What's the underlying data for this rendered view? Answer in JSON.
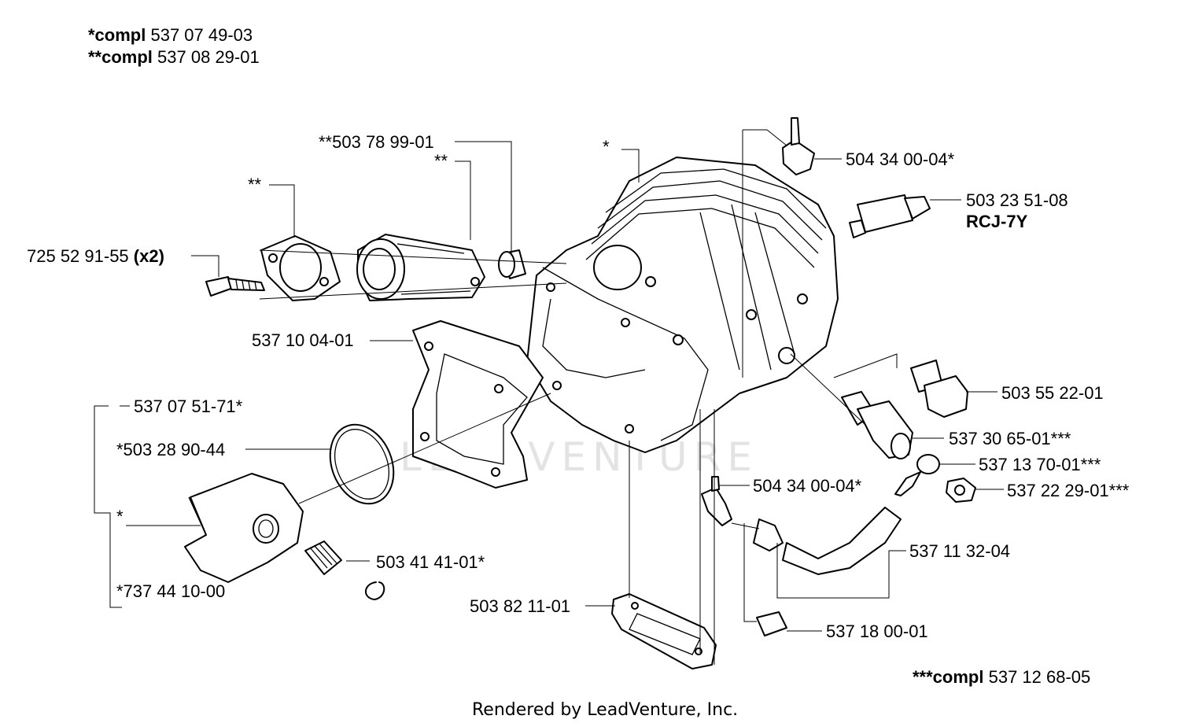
{
  "kits": {
    "kit1_prefix": "*compl",
    "kit1_number": "537 07 49-03",
    "kit2_prefix": "**compl",
    "kit2_number": "537 08 29-01",
    "kit3_prefix": "***compl",
    "kit3_number": "537 12 68-05"
  },
  "labels": {
    "intake_flange_pn": "**503 78 99-01",
    "intake_flange_star": "**",
    "intake_gasket_star": "**",
    "cylinder_star": "*",
    "screw_pn": "725 52 91-55",
    "screw_qty": "(x2)",
    "base_gasket_pn": "537 10 04-01",
    "piston_kit_pn": "537 07 51-71*",
    "piston_ring_pn": "*503 28 90-44",
    "piston_star": "*",
    "circlip_pn": "*737 44 10-00",
    "needle_bearing_pn": "503 41 41-01*",
    "exhaust_gasket_pn": "503 82 11-01",
    "nipple_top_pn": "504 34 00-04*",
    "spark_plug_pn": "503 23 51-08",
    "spark_plug_type": "RCJ-7Y",
    "plug_pn": "503 55 22-01",
    "decomp_valve_pn": "537 30 65-01***",
    "union_pn": "537 13 70-01***",
    "screw2_pn": "537 22 29-01***",
    "nipple_bottom_pn": "504 34 00-04*",
    "hose_pn": "537 11 32-04",
    "plug2_pn": "537 18 00-01"
  },
  "watermark": "LEADVENTURE",
  "footer": "Rendered by LeadVenture, Inc."
}
